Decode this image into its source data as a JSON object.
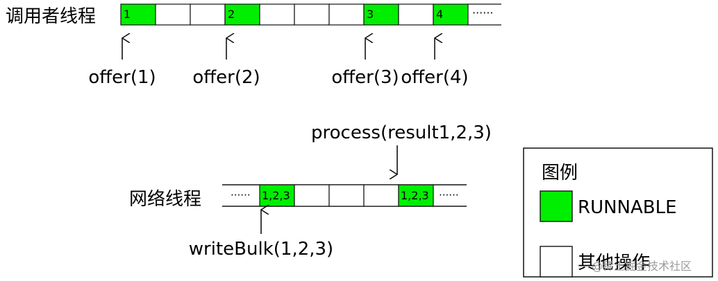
{
  "colors": {
    "runnable": "#00ee00",
    "other": "#ffffff",
    "border": "#111111",
    "watermark": "#9a9a9a"
  },
  "caller": {
    "label": "调用者线程",
    "trailing_dots": "······",
    "cells": [
      {
        "text": "1",
        "state": "runnable"
      },
      {
        "text": "",
        "state": "other"
      },
      {
        "text": "",
        "state": "other"
      },
      {
        "text": "2",
        "state": "runnable"
      },
      {
        "text": "",
        "state": "other"
      },
      {
        "text": "",
        "state": "other"
      },
      {
        "text": "",
        "state": "other"
      },
      {
        "text": "3",
        "state": "runnable"
      },
      {
        "text": "",
        "state": "other"
      },
      {
        "text": "4",
        "state": "runnable"
      }
    ],
    "calls": [
      {
        "text": "offer(1)",
        "cell": 0
      },
      {
        "text": "offer(2)",
        "cell": 3
      },
      {
        "text": "offer(3)",
        "cell": 7
      },
      {
        "text": "offer(4)",
        "cell": 9
      }
    ]
  },
  "network": {
    "label": "网络线程",
    "leading_dots": "······",
    "trailing_dots": "······",
    "cells": [
      {
        "text": "1,2,3",
        "state": "runnable"
      },
      {
        "text": "",
        "state": "other"
      },
      {
        "text": "",
        "state": "other"
      },
      {
        "text": "",
        "state": "other"
      },
      {
        "text": "1,2,3",
        "state": "runnable"
      }
    ],
    "top_call": {
      "text": "process(result1,2,3)",
      "cell": 4
    },
    "bottom_call": {
      "text": "writeBulk(1,2,3)",
      "cell": 0
    }
  },
  "legend": {
    "title": "图例",
    "items": [
      {
        "label": "RUNNABLE",
        "state": "runnable"
      },
      {
        "label": "其他操作",
        "state": "other"
      }
    ]
  },
  "watermark": "@稀土掘金技术社区"
}
